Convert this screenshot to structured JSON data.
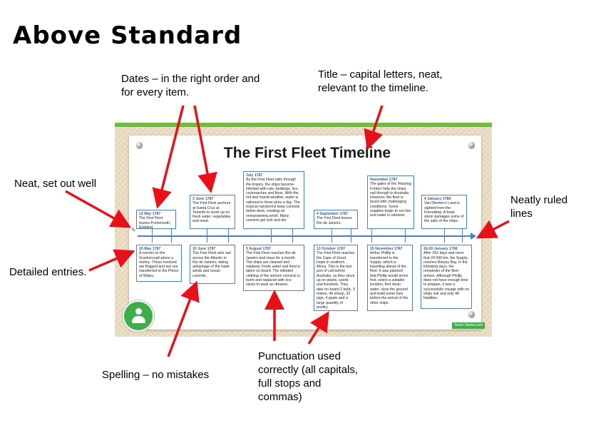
{
  "slide": {
    "title": "Above Standard"
  },
  "annotations": {
    "dates": [
      "Dates – in the right order and",
      "for every item."
    ],
    "title_note": [
      "Title – capital letters, neat,",
      "relevant to the timeline."
    ],
    "neat": "Neat, set out well",
    "ruled": [
      "Neatly ruled",
      "lines"
    ],
    "detailed": "Detailed entries.",
    "spelling": "Spelling – no mistakes",
    "punctuation": [
      "Punctuation used",
      "correctly (all capitals,",
      "full stops and",
      "commas)"
    ]
  },
  "timeline": {
    "title": "The First Fleet Timeline",
    "top": [
      {
        "date": "13 May 1787",
        "text": "The First Fleet leaves Portsmouth, England."
      },
      {
        "date": "3 June 1787",
        "text": "The First Fleet anchors at Santa Cruz at Tenerife to stock up on fresh water, vegetables and meat."
      },
      {
        "date": "July 1787",
        "text": "As the First Fleet sails through the tropics, the ships become infested with rats, bedbugs, lice, cockroaches and fleas. With the hot and humid weather, water is rationed to three pints a day. The tropical rainstorms keep convicts below deck, creating an overpowering smell. Many convicts get sick and die."
      },
      {
        "date": "4 September 1787",
        "text": "The First Fleet leaves Rio de Janeiro."
      },
      {
        "date": "November 1787",
        "text": "The gales of the 'Roaring Forties' help the ships sail through to Australia. However, the fleet is faced with challenging conditions. Some supplies begin to run low and water is rationed."
      },
      {
        "date": "4 January 1788",
        "text": "Van Diemen's Land is sighted from the Friendship. A freak storm damages some of the sails of the ships."
      }
    ],
    "bottom": [
      {
        "date": "20 May 1787",
        "text": "A convict on the Scarborough plans a mutiny. Those involved are flogged and two are transferred to the Prince of Wales."
      },
      {
        "date": "10 June 1787",
        "text": "The First Fleet sets sail across the Atlantic to Rio de Janeiro, taking advantage of the trade winds and ocean currents."
      },
      {
        "date": "5 August 1787",
        "text": "The First Fleet reaches Rio de Janeiro and stays for a month. The ships are cleaned and repaired. Fresh water and food is taken on board. The infested clothing of the women convicts is burnt and replaced with rice sacks to wear as dresses."
      },
      {
        "date": "13 October 1787",
        "text": "The First Fleet reaches the Cape of Good Hope in southern Africa. This is the last port of call before Australia, so they stock up on plants, seeds and livestock. They take on board 2 bulls, 3 mares, 44 sheep, 32 pigs, 4 goats and a large quantity of poultry."
      },
      {
        "date": "25 November 1787",
        "text": "Arthur Phillip is transferred to the Supply, which is travelling ahead of the fleet. It was planned that Phillip would arrive first, select a suitable location, find clean water, clear the ground and build some huts before the arrival of the other ships."
      },
      {
        "date": "18-20 January 1788",
        "text": "After 252 days and more that 24 000 km, the Supply, reaches Botany Bay. In the following days, the remainder of the fleet arrives. Although Phillip does not have enough time to prepare, it was a successfully voyage with no ships lost and only 48 fatalities."
      }
    ],
    "brand": "Teach Starter.com"
  },
  "colors": {
    "arrow": "#e8111a",
    "accent_green": "#6cbf3d",
    "timeline_blue": "#4a7fc1"
  },
  "icons": {
    "avatar": "user-icon",
    "pin": "pushpin-icon"
  }
}
